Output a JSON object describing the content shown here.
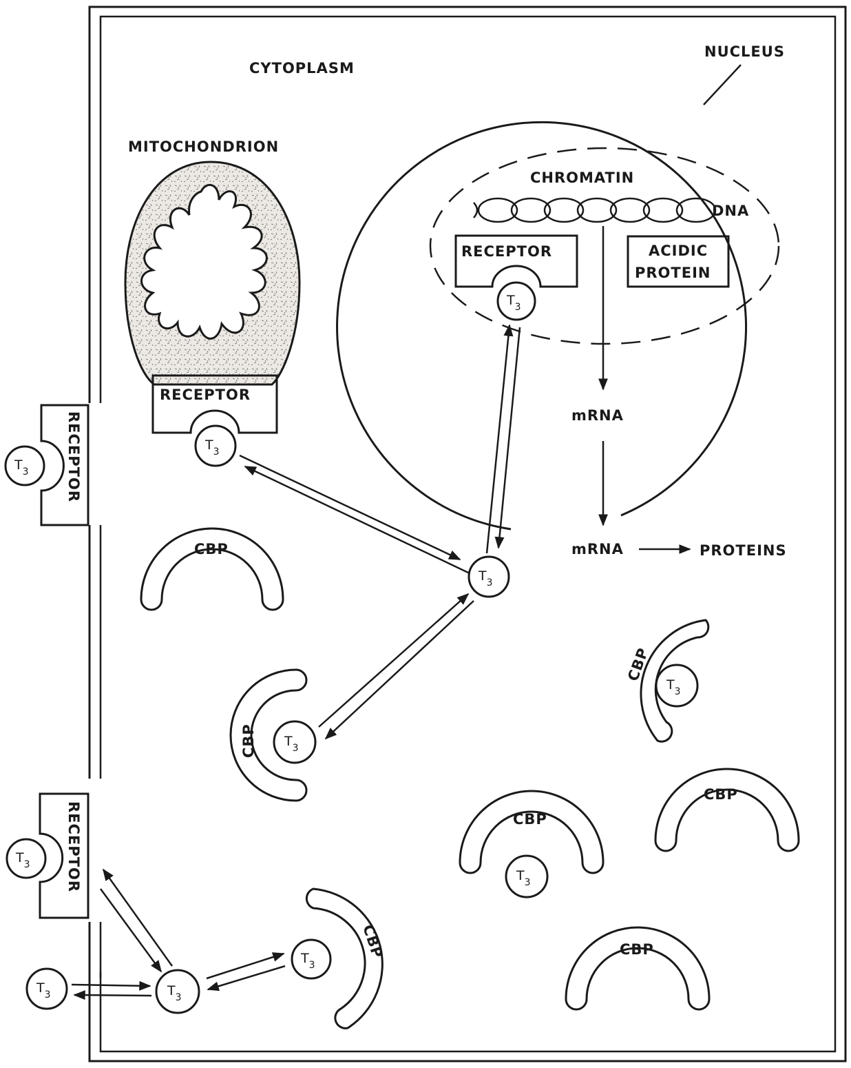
{
  "labels": {
    "cytoplasm": "CYTOPLASM",
    "nucleus": "NUCLEUS",
    "mitochondrion": "MITOCHONDRION",
    "chromatin": "CHROMATIN",
    "dna": "DNA",
    "receptor": "RECEPTOR",
    "acidic_protein_line1": "ACIDIC",
    "acidic_protein_line2": "PROTEIN",
    "mrna": "mRNA",
    "proteins": "PROTEINS",
    "cbp": "CBP",
    "t3_main": "T",
    "t3_sub": "3"
  },
  "colors": {
    "ink": "#1a1a1a",
    "paper": "#ffffff"
  }
}
